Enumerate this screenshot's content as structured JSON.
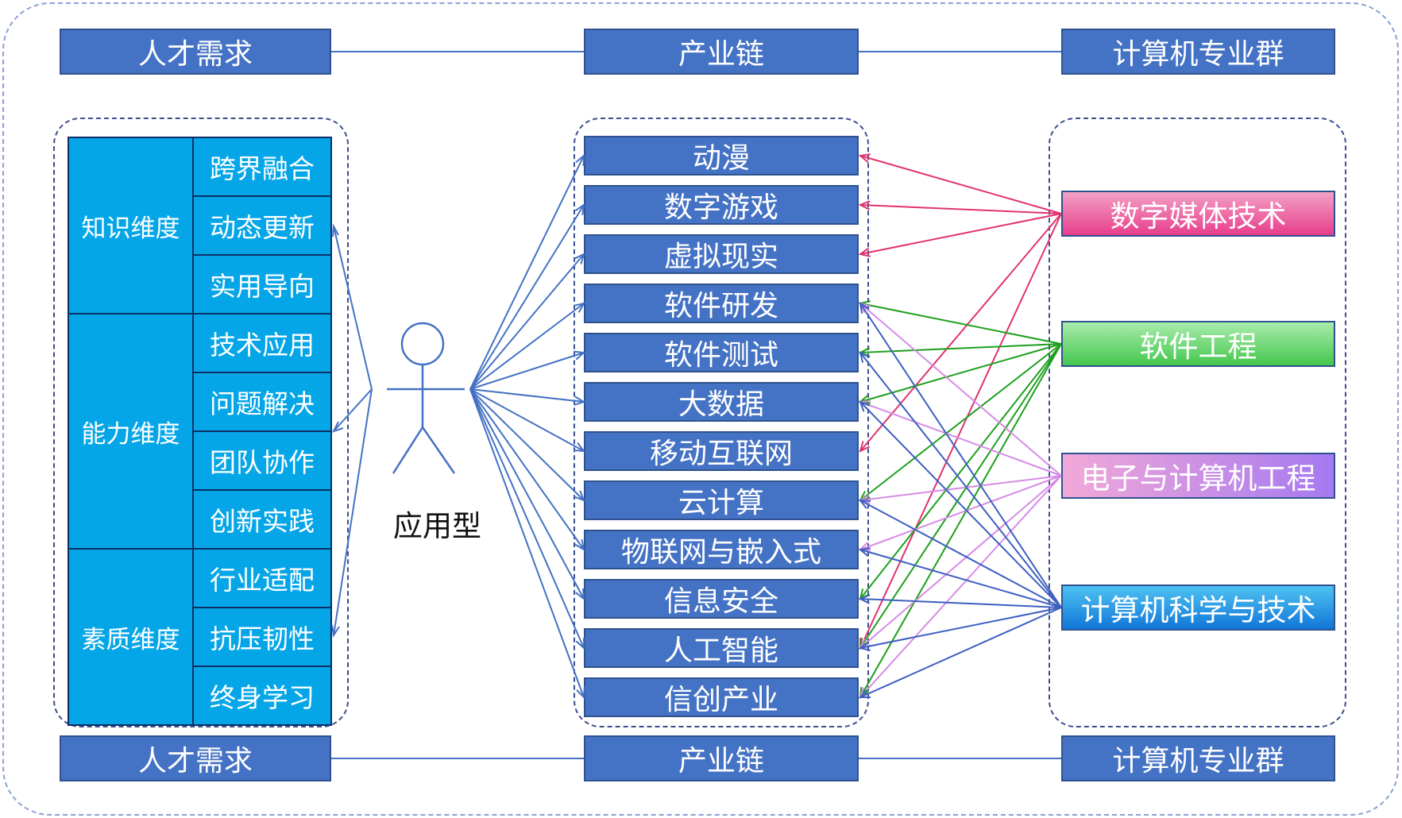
{
  "headers": {
    "top": [
      "人才需求",
      "产业链",
      "计算机专业群"
    ],
    "bottom": [
      "人才需求",
      "产业链",
      "计算机专业群"
    ]
  },
  "dimensions": [
    {
      "label": "知识维度",
      "items": [
        "跨界融合",
        "动态更新",
        "实用导向"
      ]
    },
    {
      "label": "能力维度",
      "items": [
        "技术应用",
        "问题解决",
        "团队协作",
        "创新实践"
      ]
    },
    {
      "label": "素质维度",
      "items": [
        "行业适配",
        "抗压韧性",
        "终身学习"
      ]
    }
  ],
  "person_label": "应用型",
  "industries": [
    "动漫",
    "数字游戏",
    "虚拟现实",
    "软件研发",
    "软件测试",
    "大数据",
    "移动互联网",
    "云计算",
    "物联网与嵌入式",
    "信息安全",
    "人工智能",
    "信创产业"
  ],
  "majors": [
    "数字媒体技术",
    "软件工程",
    "电子与计算机工程",
    "计算机科学与技术"
  ],
  "colors": {
    "header_fill": "#4472c4",
    "dimension_fill": "#05a6e8",
    "major_links": [
      "#e0336f",
      "#1ea01e",
      "#d78be6",
      "#3e5fc2"
    ],
    "person_links": "#4472c4"
  },
  "links": {
    "数字媒体技术": [
      "动漫",
      "数字游戏",
      "虚拟现实",
      "移动互联网",
      "人工智能"
    ],
    "软件工程": [
      "软件研发",
      "软件测试",
      "大数据",
      "云计算",
      "信息安全",
      "人工智能",
      "信创产业"
    ],
    "电子与计算机工程": [
      "软件研发",
      "大数据",
      "云计算",
      "物联网与嵌入式",
      "人工智能",
      "信创产业"
    ],
    "计算机科学与技术": [
      "软件研发",
      "软件测试",
      "大数据",
      "云计算",
      "物联网与嵌入式",
      "信息安全",
      "人工智能",
      "信创产业"
    ]
  }
}
